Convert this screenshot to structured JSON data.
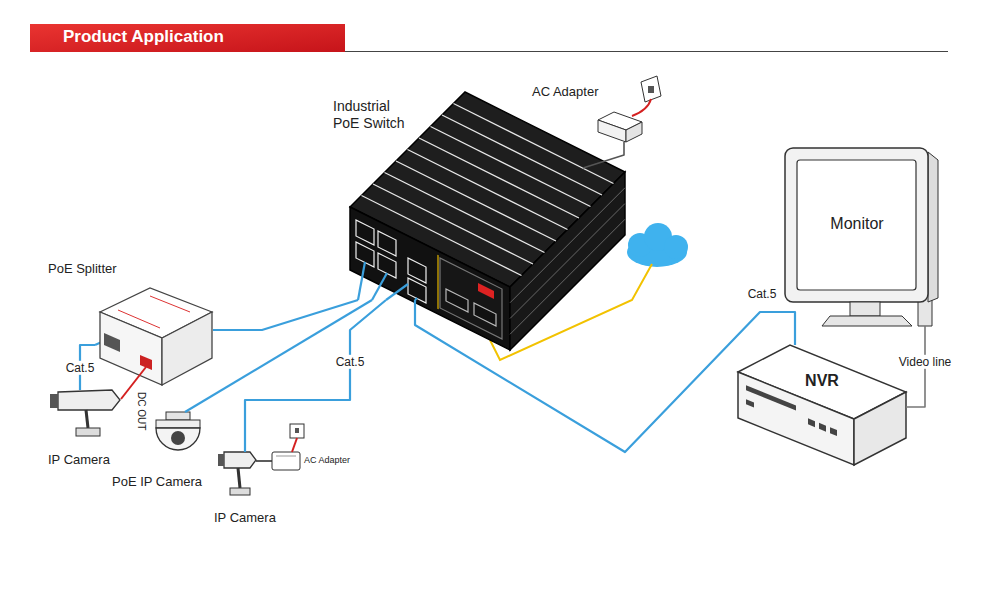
{
  "diagram": {
    "title": "Product Application",
    "nodes": [
      {
        "text": [
          "Industrial PoE Switch"
        ]
      },
      {
        "text": [
          "AC Adapter"
        ]
      },
      {
        "text": [
          "PoE Splitter"
        ]
      },
      {
        "text": [
          "IP Camera"
        ]
      },
      {
        "text": [
          "PoE IP Camera"
        ]
      },
      {
        "text": [
          "IP Camera"
        ]
      },
      {
        "text": [
          "AC Adapter"
        ]
      },
      {
        "text": [
          "NVR"
        ]
      },
      {
        "text": [
          "Monitor"
        ]
      }
    ],
    "edges": [
      {
        "from": 1,
        "to": 0,
        "arrow": "none"
      },
      {
        "from": 0,
        "to": 2,
        "arrow": "none"
      },
      {
        "from": 2,
        "to": 3,
        "label": "Cat.5",
        "arrow": "none"
      },
      {
        "from": 0,
        "to": 4,
        "arrow": "none"
      },
      {
        "from": 0,
        "to": 5,
        "label": "Cat.5",
        "arrow": "none"
      },
      {
        "from": 6,
        "to": 5,
        "arrow": "none"
      },
      {
        "from": 0,
        "to": 7,
        "label": "Cat.5",
        "arrow": "none"
      },
      {
        "from": 7,
        "to": 8,
        "label": "Video line",
        "arrow": "none"
      }
    ],
    "labels": [
      "DC OUT"
    ]
  }
}
